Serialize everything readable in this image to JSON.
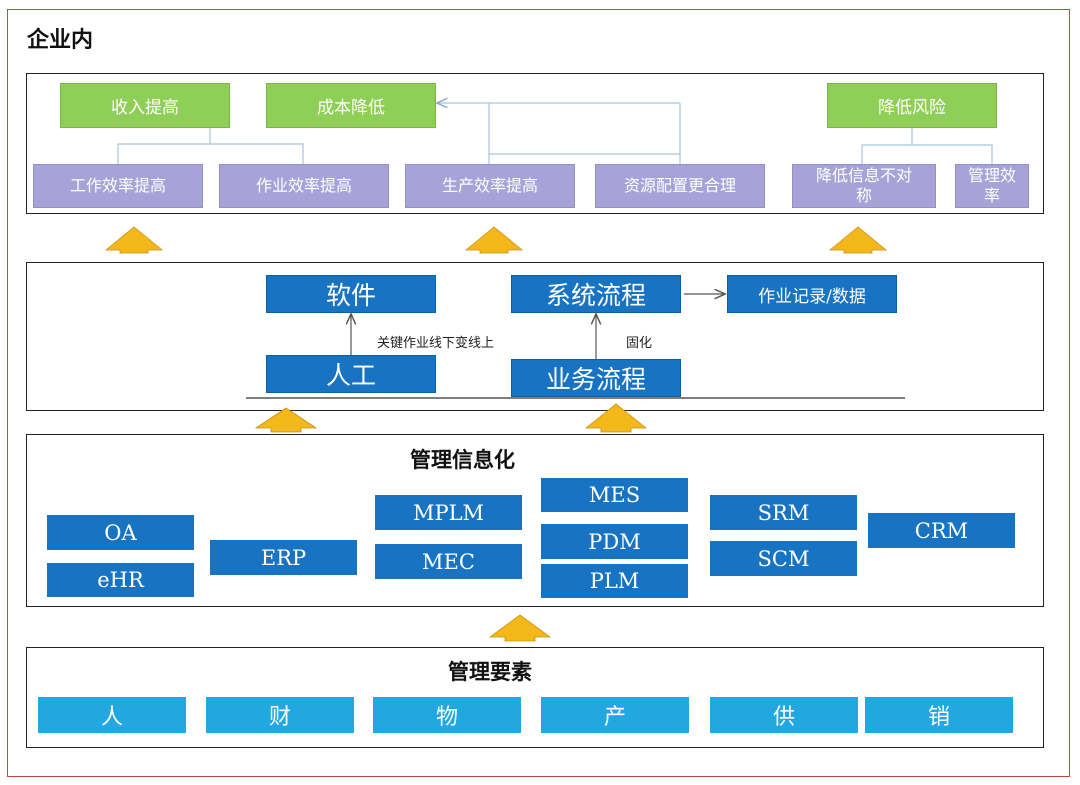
{
  "title": "企业内",
  "goals": {
    "top": [
      "收入提高",
      "成本降低",
      "降低风险"
    ],
    "sub": [
      "工作效率提高",
      "作业效率提高",
      "生产效率提高",
      "资源配置更合理",
      "降低信息不对称",
      "管理效率"
    ]
  },
  "process": {
    "software": "软件",
    "system_flow": "系统流程",
    "record": "作业记录/数据",
    "manual": "人工",
    "business_flow": "业务流程",
    "label_online": "关键作业线下变线上",
    "label_solidify": "固化"
  },
  "informatization": {
    "title": "管理信息化",
    "systems": [
      "OA",
      "eHR",
      "ERP",
      "MPLM",
      "MEC",
      "MES",
      "PDM",
      "PLM",
      "SRM",
      "SCM",
      "CRM"
    ]
  },
  "elements": {
    "title": "管理要素",
    "items": [
      "人",
      "财",
      "物",
      "产",
      "供",
      "销"
    ]
  },
  "colors": {
    "frame": "#c2473f",
    "green": "#8fcf58",
    "lavender": "#a7a3d9",
    "blue": "#1874c3",
    "light_blue": "#22a8e1",
    "arrow": "#f5b81b"
  }
}
